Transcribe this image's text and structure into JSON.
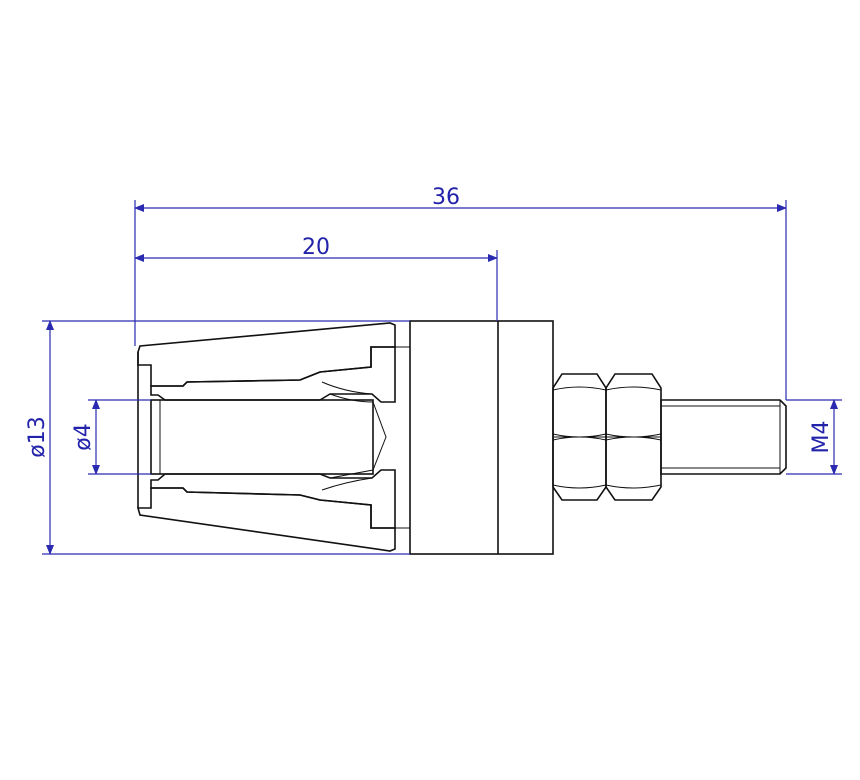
{
  "dimensions": {
    "overall_length": "36",
    "cap_length": "20",
    "outer_diameter": "ø13",
    "bore_diameter": "ø4",
    "thread": "M4"
  },
  "colors": {
    "dimension": "#2a2ab0",
    "outline": "#111111",
    "background": "#ffffff"
  }
}
